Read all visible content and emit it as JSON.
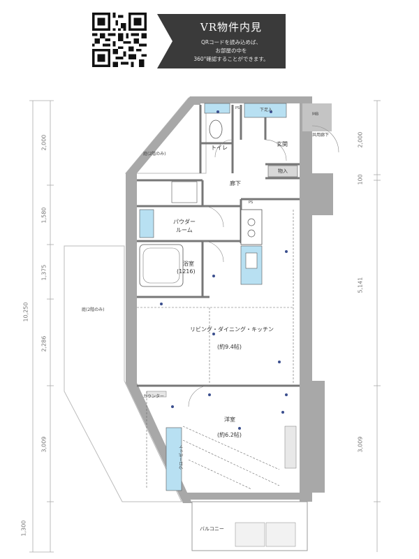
{
  "vr_banner": {
    "title": "VR物件内見",
    "line1": "QRコードを読み込めば、",
    "line2": "お部屋の中を",
    "line3": "360°確認することができます。"
  },
  "rooms": {
    "toilet": "トイレ",
    "entrance": "玄関",
    "shared_hall": "共用廊下",
    "corridor": "廊下",
    "storage": "物入",
    "powder_room_1": "パウダー",
    "powder_room_2": "ルーム",
    "bath_1": "浴室",
    "bath_2": "(1216)",
    "ldk_1": "リビング・ダイニング・キッチン",
    "ldk_2": "(約9.4帖)",
    "western_1": "洋室",
    "western_2": "(約6.2帖)",
    "closet": "クローゼット",
    "counter": "カウンター",
    "balcony": "バルコニー",
    "garden_top": "庭(2階のみ)",
    "garden_left": "庭(2階のみ)",
    "ps1": "PS",
    "ps2": "PS",
    "shoe_box": "下足入",
    "mb": "MB"
  },
  "left_dims": [
    "2,000",
    "1,580",
    "1,375",
    "2,286",
    "3,009",
    "1,300"
  ],
  "left_total": "10,250",
  "right_dims": [
    "2,000",
    "100",
    "5,141",
    "3,009"
  ]
}
